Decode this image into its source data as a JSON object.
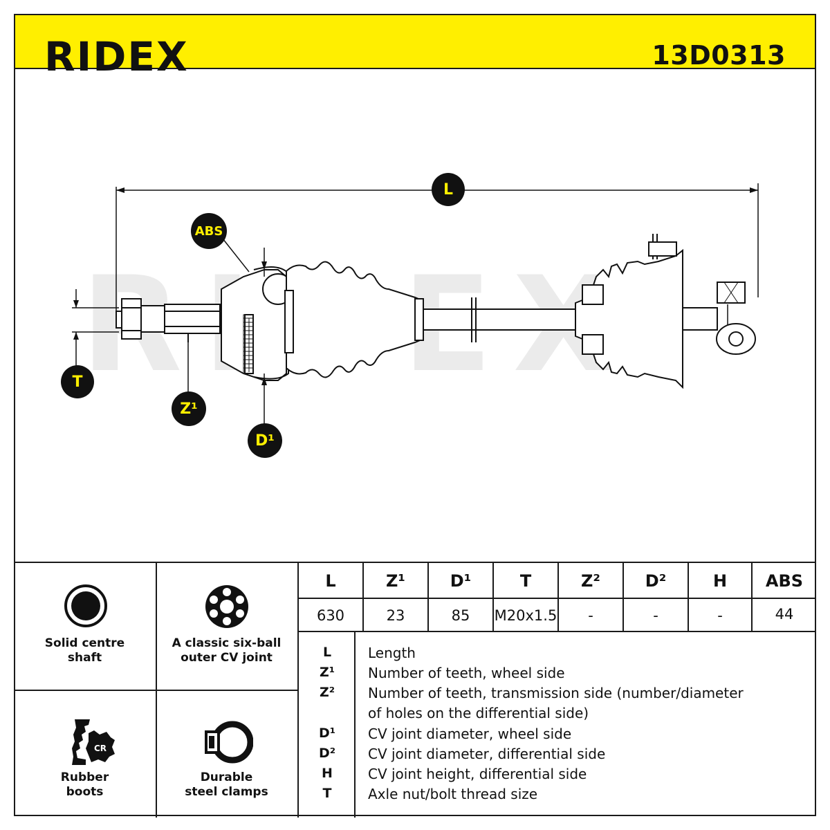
{
  "header": {
    "brand": "RIDEX",
    "part_number": "13D0313"
  },
  "drawing": {
    "watermark": "RIDEX",
    "callouts": {
      "L": "L",
      "ABS": "ABS",
      "T": "T",
      "Z1": "Z¹",
      "D1": "D¹"
    }
  },
  "features": [
    {
      "label": "Solid centre\nshaft",
      "icon": "solid-shaft-icon"
    },
    {
      "label": "A classic six-ball\nouter CV joint",
      "icon": "six-ball-joint-icon"
    },
    {
      "label": "Rubber\nboots",
      "icon": "rubber-boot-cr-icon",
      "badge": "CR"
    },
    {
      "label": "Durable\nsteel clamps",
      "icon": "steel-clamp-icon"
    }
  ],
  "specs": {
    "headers": [
      "L",
      "Z¹",
      "D¹",
      "T",
      "Z²",
      "D²",
      "H",
      "ABS"
    ],
    "values": [
      "630",
      "23",
      "85",
      "M20x1.5",
      "-",
      "-",
      "-",
      "44"
    ]
  },
  "legend": [
    {
      "symbol": "L",
      "text": "Length"
    },
    {
      "symbol": "Z¹",
      "text": "Number of teeth, wheel side"
    },
    {
      "symbol": "Z²",
      "text": "Number of teeth, transmission side (number/diameter"
    },
    {
      "symbol": "",
      "text": "of holes on the differential side)"
    },
    {
      "symbol": "D¹",
      "text": "CV joint diameter, wheel side"
    },
    {
      "symbol": "D²",
      "text": "CV joint diameter, differential side"
    },
    {
      "symbol": "H",
      "text": "CV joint height, differential side"
    },
    {
      "symbol": "T",
      "text": "Axle nut/bolt thread size"
    }
  ],
  "colors": {
    "brand_yellow": "#ffef00",
    "ink": "#111111",
    "watermark": "#e6e6e6"
  }
}
